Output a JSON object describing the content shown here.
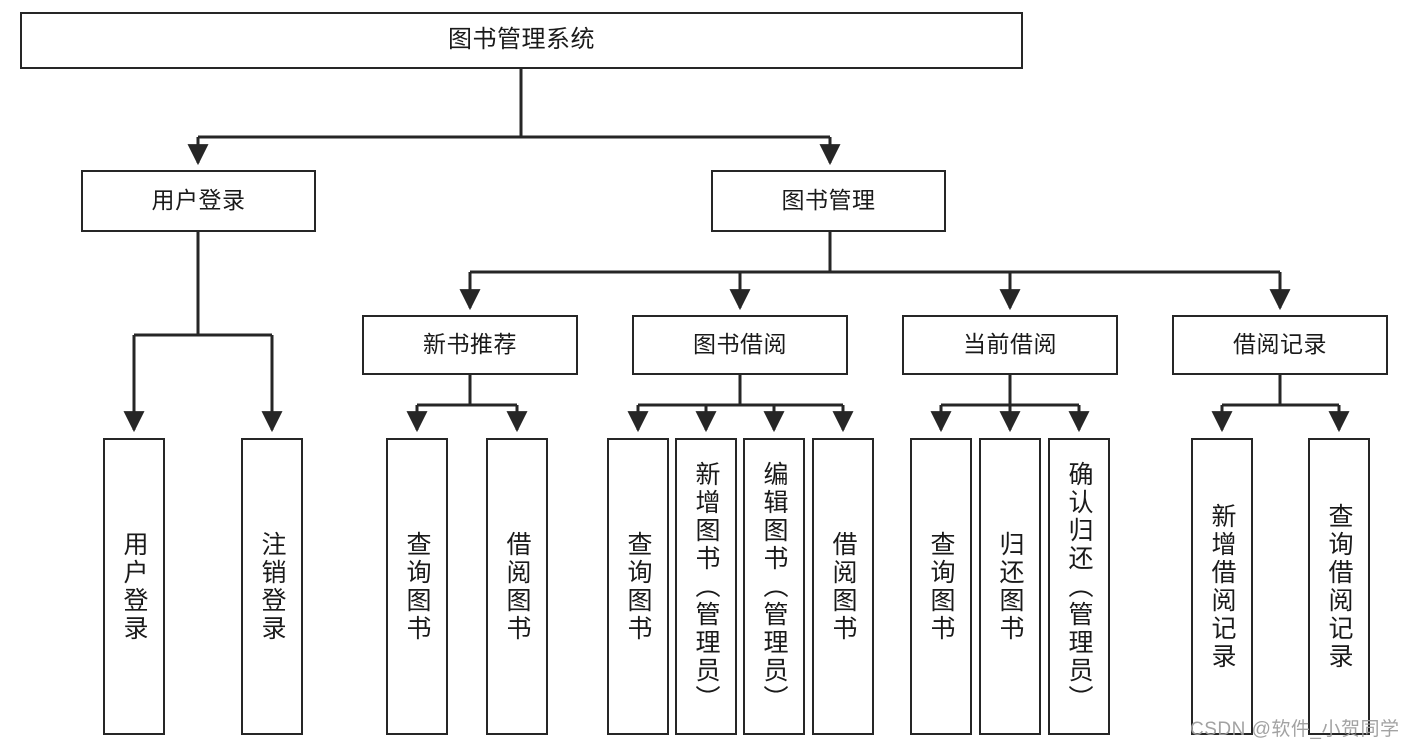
{
  "diagram": {
    "type": "tree-hierarchy-chart",
    "title": "图书管理系统",
    "line_color": "#262626",
    "box_fill": "#ffffff",
    "text_color": "#1a1a1a"
  },
  "nodes": {
    "root": {
      "label": "图书管理系统"
    },
    "level2": [
      {
        "label": "用户登录"
      },
      {
        "label": "图书管理"
      }
    ],
    "level3": [
      {
        "label": "新书推荐"
      },
      {
        "label": "图书借阅"
      },
      {
        "label": "当前借阅"
      },
      {
        "label": "借阅记录"
      }
    ],
    "leaves": {
      "user_login": [
        {
          "label": "用户登录"
        },
        {
          "label": "注销登录"
        }
      ],
      "new_book_recommend": [
        {
          "label": "查询图书"
        },
        {
          "label": "借阅图书"
        }
      ],
      "book_borrow": [
        {
          "label": "查询图书"
        },
        {
          "label": "新增图书（管理员）"
        },
        {
          "label": "编辑图书（管理员）"
        },
        {
          "label": "借阅图书"
        }
      ],
      "current_borrow": [
        {
          "label": "查询图书"
        },
        {
          "label": "归还图书"
        },
        {
          "label": "确认归还（管理员）"
        }
      ],
      "borrow_record": [
        {
          "label": "新增借阅记录"
        },
        {
          "label": "查询借阅记录"
        }
      ]
    }
  },
  "watermark": {
    "text": "CSDN @软件_小贺同学"
  }
}
